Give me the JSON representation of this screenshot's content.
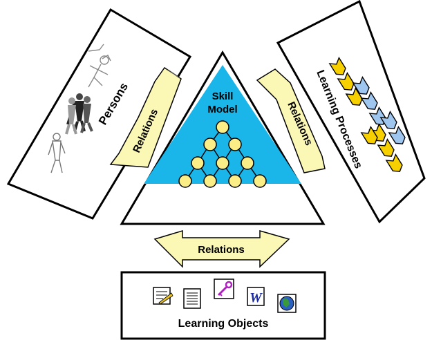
{
  "center": {
    "title_line1": "Skill",
    "title_line2": "Model"
  },
  "persons": {
    "label": "Persons"
  },
  "learning_processes": {
    "label": "Learning Processes"
  },
  "learning_objects": {
    "label": "Learning Objects"
  },
  "relations": {
    "left": "Relations",
    "right": "Relations",
    "bottom": "Relations"
  },
  "colors": {
    "skill_fill": "#1ab6ea",
    "node_fill": "#fbee86",
    "arrow_fill": "#fbf7b4",
    "flag_yellow": "#f6d000",
    "flag_blue": "#9fc6ee",
    "outline": "#000000"
  },
  "icons": {
    "persons": [
      "person-outline-icon",
      "person-dark-group-icon",
      "person-fallen-icon",
      "person-light-icon"
    ],
    "learning_objects": [
      "document-pen-icon",
      "text-document-icon",
      "key-icon",
      "word-document-icon",
      "globe-icon"
    ]
  }
}
